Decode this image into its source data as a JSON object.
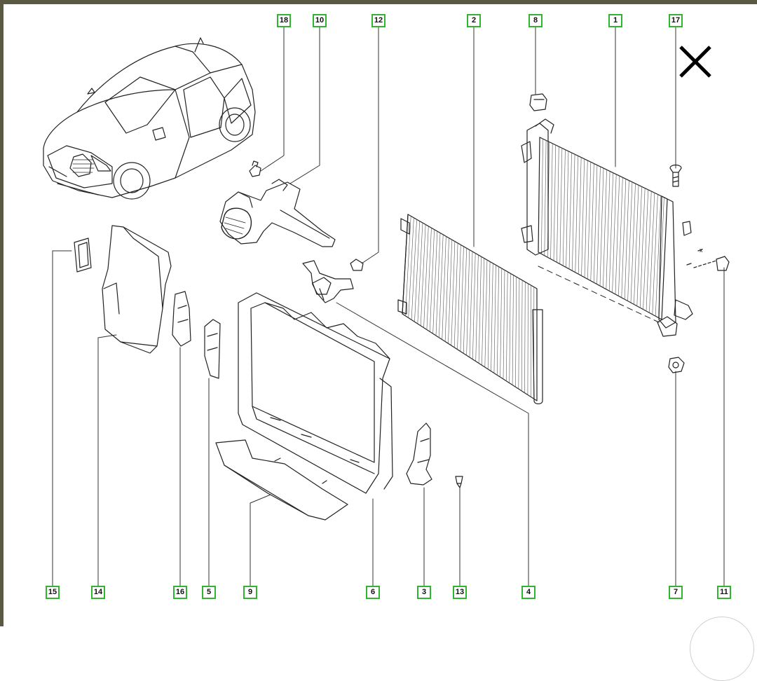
{
  "diagram": {
    "top_callouts": [
      {
        "id": "top-18",
        "label": "18"
      },
      {
        "id": "top-10",
        "label": "10"
      },
      {
        "id": "top-12",
        "label": "12"
      },
      {
        "id": "top-2",
        "label": "2"
      },
      {
        "id": "top-8",
        "label": "8"
      },
      {
        "id": "top-1",
        "label": "1"
      },
      {
        "id": "top-17",
        "label": "17"
      }
    ],
    "bottom_callouts": [
      {
        "id": "bottom-15",
        "label": "15"
      },
      {
        "id": "bottom-14",
        "label": "14"
      },
      {
        "id": "bottom-16",
        "label": "16"
      },
      {
        "id": "bottom-5",
        "label": "5"
      },
      {
        "id": "bottom-9",
        "label": "9"
      },
      {
        "id": "bottom-6",
        "label": "6"
      },
      {
        "id": "bottom-3",
        "label": "3"
      },
      {
        "id": "bottom-13",
        "label": "13"
      },
      {
        "id": "bottom-4",
        "label": "4"
      },
      {
        "id": "bottom-7",
        "label": "7"
      },
      {
        "id": "bottom-11",
        "label": "11"
      }
    ],
    "annotation_x": "x"
  },
  "colors": {
    "callout_border": "#33b233",
    "line": "#222222",
    "frame": "#5a5a44"
  },
  "icons": {
    "close": "close-icon"
  }
}
